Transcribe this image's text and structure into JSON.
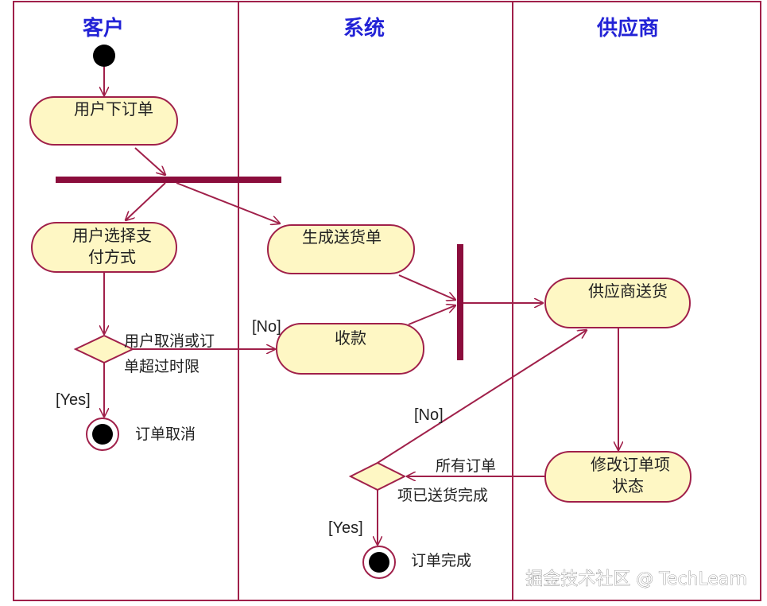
{
  "lanes": [
    "客户",
    "系统",
    "供应商"
  ],
  "activities": {
    "place_order": "用户下订单",
    "choose_payment_1": "用户选择支",
    "choose_payment_2": "付方式",
    "generate_delivery": "生成送货单",
    "collect_payment": "收款",
    "supplier_ship": "供应商送货",
    "update_item_1": "修改订单项",
    "update_item_2": "状态"
  },
  "conditions": {
    "cancel_1": "用户取消或订",
    "cancel_2": "单超过时限",
    "complete_1": "所有订单",
    "complete_2": "项已送货完成"
  },
  "guards": {
    "no_1": "[No]",
    "yes_1": "[Yes]",
    "no_2": "[No]",
    "yes_2": "[Yes]"
  },
  "finals": {
    "order_cancelled": "订单取消",
    "order_completed": "订单完成"
  },
  "watermark": "掘金技术社区 @ TechLearn",
  "colors": {
    "line": "#a0204a",
    "bar": "#8b0d3c",
    "activity_fill": "#fef7c4",
    "lane_title": "#2323d6"
  }
}
